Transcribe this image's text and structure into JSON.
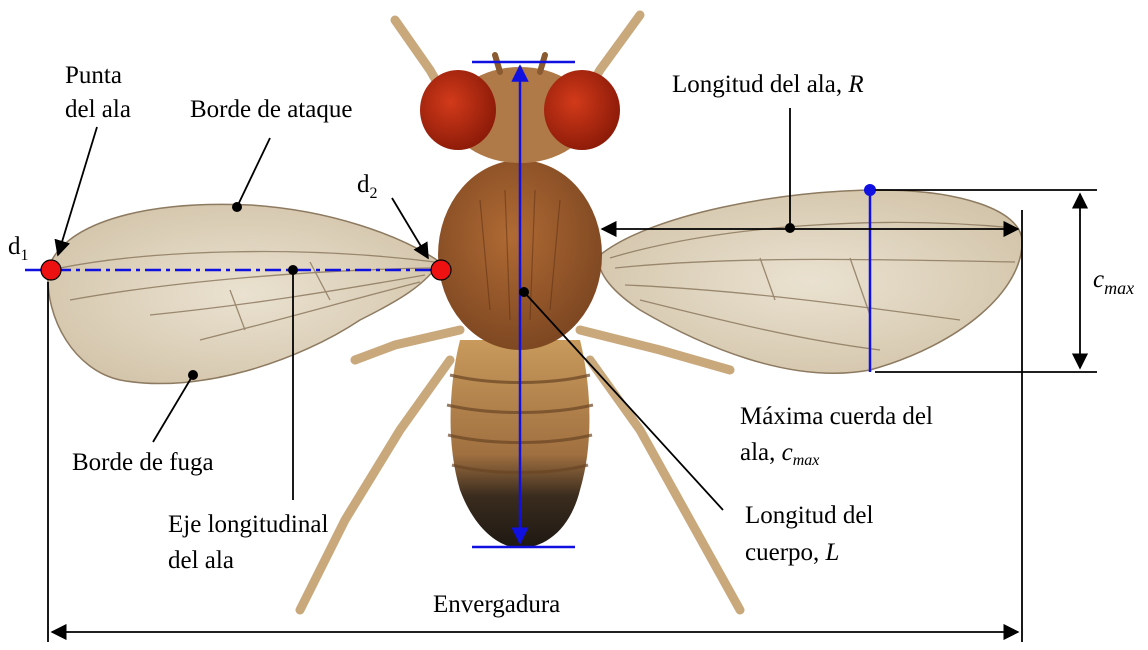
{
  "labels": {
    "wing_tip_1": "Punta",
    "wing_tip_2": "del ala",
    "leading_edge": "Borde de ataque",
    "wing_length": "Longitud del ala, ",
    "wing_length_sym": "R",
    "d1_letter": "d",
    "d1_sub": "1",
    "d2_letter": "d",
    "d2_sub": "2",
    "cmax_c": "c",
    "cmax_sub": "max",
    "max_chord_1": "Máxima cuerda del",
    "max_chord_2": "ala, ",
    "trailing_edge": "Borde de fuga",
    "long_axis_1": "Eje longitudinal",
    "long_axis_2": "del ala",
    "body_length_1": "Longitud del",
    "body_length_2": "cuerpo, ",
    "body_length_sym": "L",
    "wingspan": "Envergadura"
  },
  "colors": {
    "dimension_blue": "#1010e0",
    "marker_red": "#ee1111",
    "line_black": "#000000",
    "wing_membrane": "#d8cbb4",
    "thorax": "#9a5a2a",
    "eye": "#b52a10",
    "abdomen_dark": "#2a2118"
  }
}
